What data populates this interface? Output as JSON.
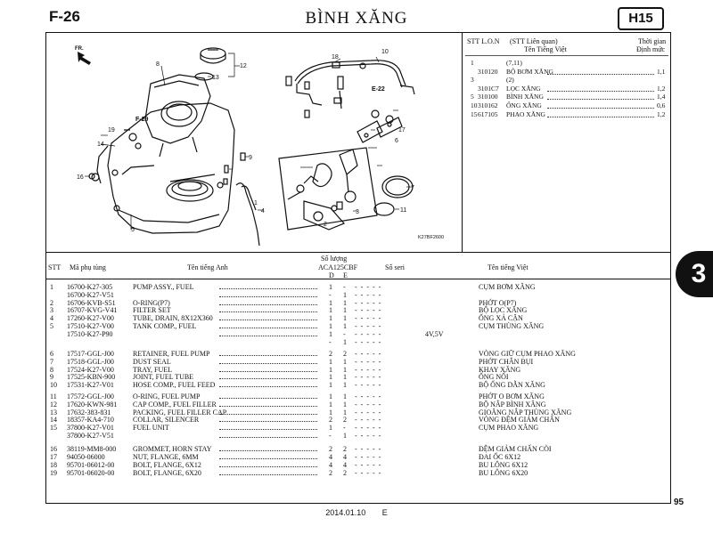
{
  "header": {
    "code": "F-26",
    "title": "BÌNH XĂNG",
    "box": "H15"
  },
  "tab": "3",
  "page_number": "95",
  "footer": {
    "date": "2014.01.10",
    "letter": "E"
  },
  "legend": {
    "h_stt": "STT L.O.N",
    "h_rel": "(STT Liên quan)",
    "h_vn": "Tên Tiếng Việt",
    "h_time1": "Thời gian",
    "h_time2": "Định mức",
    "rows": [
      {
        "no": "1",
        "code": "",
        "name": "(7,11)",
        "time": ""
      },
      {
        "no": "",
        "code": "310120",
        "name": "BỘ BƠM XĂNG",
        "time": "1,1"
      },
      {
        "no": "3",
        "code": "",
        "name": "(2)",
        "time": ""
      },
      {
        "no": "",
        "code": "3101C7",
        "name": "LỌC XĂNG",
        "time": "1,2"
      },
      {
        "no": "5",
        "code": "310100",
        "name": "BÌNH XĂNG",
        "time": "1,4"
      },
      {
        "no": "10",
        "code": "310162",
        "name": "ỐNG XĂNG",
        "time": "0,6"
      },
      {
        "no": "15",
        "code": "617105",
        "name": "PHAO XĂNG",
        "time": "1,2"
      }
    ]
  },
  "diagram": {
    "code": "K27BF2600",
    "callouts": [
      "1",
      "2",
      "3",
      "4",
      "5",
      "6",
      "7",
      "8",
      "9",
      "10",
      "11",
      "12",
      "13",
      "14",
      "16",
      "17",
      "18",
      "19"
    ],
    "refs": [
      "E-22",
      "F-29"
    ],
    "fr": "FR."
  },
  "table": {
    "h_stt": "STT",
    "h_part": "Mã phụ tùng",
    "h_en": "Tên tiếng Anh",
    "h_qty1": "Số lượng",
    "h_qty2": "ACA125CBF",
    "h_d": "D",
    "h_e": "E",
    "h_serial": "Số seri",
    "h_vn": "Tên tiếng Việt",
    "rows": [
      {
        "stt": "1",
        "part": "16700-K27-305",
        "en": "PUMP ASSY., FUEL",
        "d": "1",
        "e": "-",
        "vn": "CỤM BƠM XĂNG",
        "note": ""
      },
      {
        "stt": "",
        "part": "16700-K27-V51",
        "en": "",
        "d": "-",
        "e": "1",
        "vn": "",
        "note": ""
      },
      {
        "stt": "2",
        "part": "16706-KVB-S51",
        "en": "O-RING(P7)",
        "d": "1",
        "e": "1",
        "vn": "PHỚT O(P7)",
        "note": ""
      },
      {
        "stt": "3",
        "part": "16707-KVG-V41",
        "en": "FILTER SET",
        "d": "1",
        "e": "1",
        "vn": "BỘ LỌC XĂNG",
        "note": ""
      },
      {
        "stt": "4",
        "part": "17260-K27-V00",
        "en": "TUBE, DRAIN, 8X12X360",
        "d": "1",
        "e": "1",
        "vn": "ỐNG XẢ CẶN",
        "note": ""
      },
      {
        "stt": "5",
        "part": "17510-K27-V00",
        "en": "TANK COMP., FUEL",
        "d": "1",
        "e": "1",
        "vn": "CỤM THÙNG XĂNG",
        "note": ""
      },
      {
        "stt": "",
        "part": "17510-K27-P90",
        "en": "",
        "d": "1",
        "e": "-",
        "vn": "",
        "note": "4V,5V"
      },
      {
        "stt": "",
        "part": "",
        "en": "",
        "d": "-",
        "e": "1",
        "vn": "",
        "note": ""
      },
      {
        "stt": "6",
        "part": "17517-GGL-J00",
        "en": "RETAINER, FUEL PUMP",
        "d": "2",
        "e": "2",
        "vn": "VÒNG GIỮ CỤM PHAO XĂNG",
        "note": ""
      },
      {
        "stt": "7",
        "part": "17518-GGL-J00",
        "en": "DUST SEAL",
        "d": "1",
        "e": "1",
        "vn": "PHỚT CHẮN BỤI",
        "note": ""
      },
      {
        "stt": "8",
        "part": "17524-K27-V00",
        "en": "TRAY, FUEL",
        "d": "1",
        "e": "1",
        "vn": "KHAY XĂNG",
        "note": ""
      },
      {
        "stt": "9",
        "part": "17525-KBN-900",
        "en": "JOINT, FUEL TUBE",
        "d": "1",
        "e": "1",
        "vn": "ỐNG NỐI",
        "note": ""
      },
      {
        "stt": "10",
        "part": "17531-K27-V01",
        "en": "HOSE COMP., FUEL FEED",
        "d": "1",
        "e": "1",
        "vn": "BỘ ỐNG DẪN XĂNG",
        "note": ""
      },
      {
        "stt": "11",
        "part": "17572-GGL-J00",
        "en": "O-RING, FUEL PUMP",
        "d": "1",
        "e": "1",
        "vn": "PHỚT O BƠM XĂNG",
        "note": ""
      },
      {
        "stt": "12",
        "part": "17620-KWN-981",
        "en": "CAP COMP., FUEL FILLER",
        "d": "1",
        "e": "1",
        "vn": "BỘ NẮP BÌNH XĂNG",
        "note": ""
      },
      {
        "stt": "13",
        "part": "17632-383-831",
        "en": "PACKING, FUEL FILLER CAP",
        "d": "1",
        "e": "1",
        "vn": "GIOĂNG NẮP THÙNG XĂNG",
        "note": ""
      },
      {
        "stt": "14",
        "part": "18357-KA4-710",
        "en": "COLLAR, SILENCER",
        "d": "2",
        "e": "2",
        "vn": "VÒNG ĐỆM GIẢM CHẤN",
        "note": ""
      },
      {
        "stt": "15",
        "part": "37800-K27-V01",
        "en": "FUEL UNIT",
        "d": "1",
        "e": "-",
        "vn": "CỤM PHAO XĂNG",
        "note": ""
      },
      {
        "stt": "",
        "part": "37800-K27-V51",
        "en": "",
        "d": "-",
        "e": "1",
        "vn": "",
        "note": ""
      },
      {
        "stt": "16",
        "part": "38119-MM8-000",
        "en": "GROMMET, HORN STAY",
        "d": "2",
        "e": "2",
        "vn": "ĐỆM GIẢM CHẤN CÒI",
        "note": ""
      },
      {
        "stt": "17",
        "part": "94050-06000",
        "en": "NUT, FLANGE, 6MM",
        "d": "4",
        "e": "4",
        "vn": "ĐAI ỐC 6X12",
        "note": ""
      },
      {
        "stt": "18",
        "part": "95701-06012-00",
        "en": "BOLT, FLANGE, 6X12",
        "d": "4",
        "e": "4",
        "vn": "BU LÔNG 6X12",
        "note": ""
      },
      {
        "stt": "19",
        "part": "95701-06020-00",
        "en": "BOLT, FLANGE, 6X20",
        "d": "2",
        "e": "2",
        "vn": "BU LÔNG 6X20",
        "note": ""
      }
    ]
  }
}
